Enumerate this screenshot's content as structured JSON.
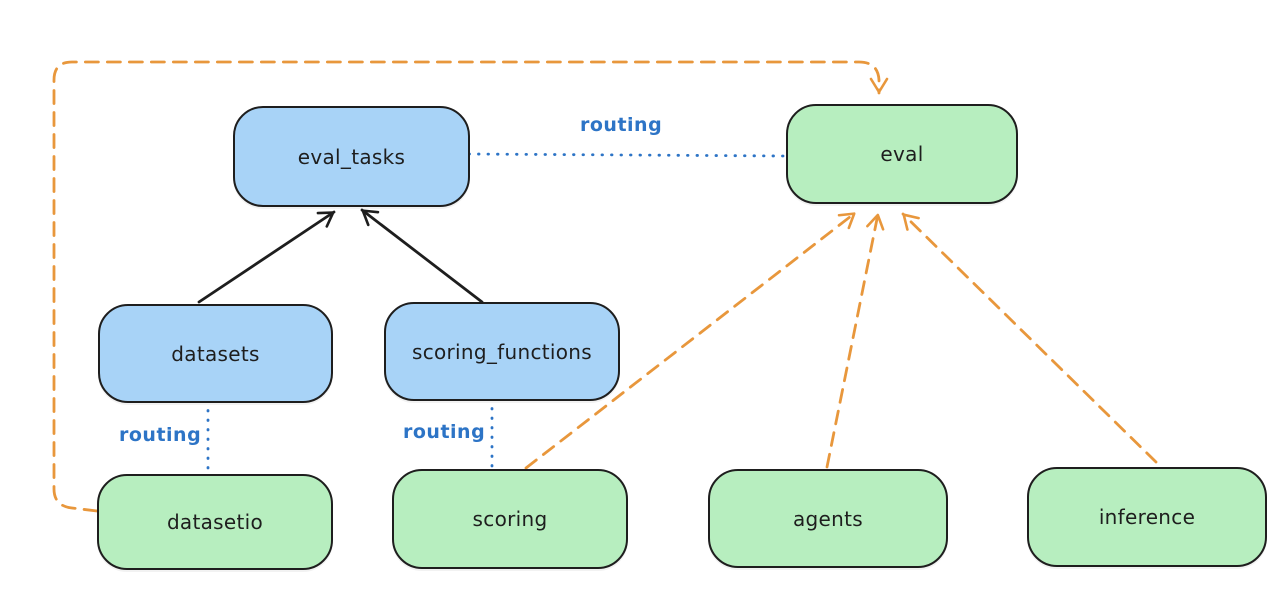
{
  "diagram": {
    "nodes": [
      {
        "id": "eval_tasks",
        "label": "eval_tasks",
        "kind": "api"
      },
      {
        "id": "eval",
        "label": "eval",
        "kind": "provider"
      },
      {
        "id": "datasets",
        "label": "datasets",
        "kind": "api"
      },
      {
        "id": "scoring_functions",
        "label": "scoring_functions",
        "kind": "api"
      },
      {
        "id": "datasetio",
        "label": "datasetio",
        "kind": "provider"
      },
      {
        "id": "scoring",
        "label": "scoring",
        "kind": "provider"
      },
      {
        "id": "agents",
        "label": "agents",
        "kind": "provider"
      },
      {
        "id": "inference",
        "label": "inference",
        "kind": "provider"
      }
    ],
    "edges": [
      {
        "from": "datasets",
        "to": "eval_tasks",
        "style": "solid-arrow",
        "color": "black"
      },
      {
        "from": "scoring_functions",
        "to": "eval_tasks",
        "style": "solid-arrow",
        "color": "black"
      },
      {
        "from": "eval_tasks",
        "to": "eval",
        "style": "dotted",
        "color": "blue",
        "label": "routing"
      },
      {
        "from": "datasets",
        "to": "datasetio",
        "style": "dotted",
        "color": "blue",
        "label": "routing"
      },
      {
        "from": "scoring_functions",
        "to": "scoring",
        "style": "dotted",
        "color": "blue",
        "label": "routing"
      },
      {
        "from": "datasetio",
        "to": "eval",
        "style": "dashed-arrow",
        "color": "orange"
      },
      {
        "from": "scoring",
        "to": "eval",
        "style": "dashed-arrow",
        "color": "orange"
      },
      {
        "from": "agents",
        "to": "eval",
        "style": "dashed-arrow",
        "color": "orange"
      },
      {
        "from": "inference",
        "to": "eval",
        "style": "dashed-arrow",
        "color": "orange"
      }
    ],
    "colors": {
      "node_stroke": "#1e1e1e",
      "blue_fill": "#a8d3f7",
      "green_fill": "#b7eebf",
      "solid_arrow": "#1e1e1e",
      "routing_line": "#2d74c6",
      "provider_line": "#e8973c",
      "background": "#ffffff"
    }
  }
}
